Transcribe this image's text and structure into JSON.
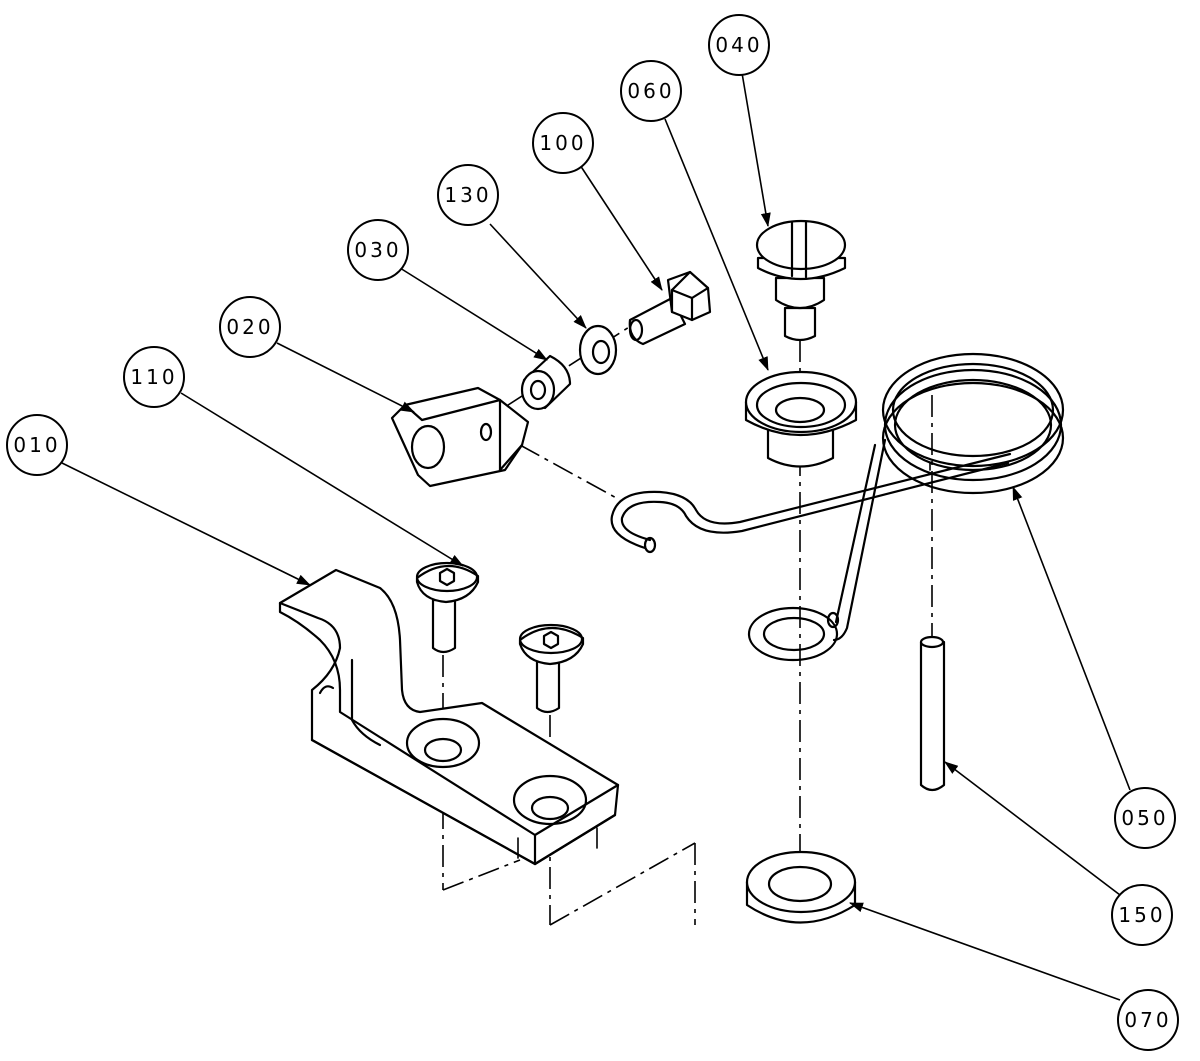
{
  "callouts": {
    "c010": "010",
    "c020": "020",
    "c030": "030",
    "c040": "040",
    "c050": "050",
    "c060": "060",
    "c070": "070",
    "c100": "100",
    "c110": "110",
    "c130": "130",
    "c150": "150"
  },
  "colors": {
    "line": "#000000",
    "background": "#ffffff"
  }
}
